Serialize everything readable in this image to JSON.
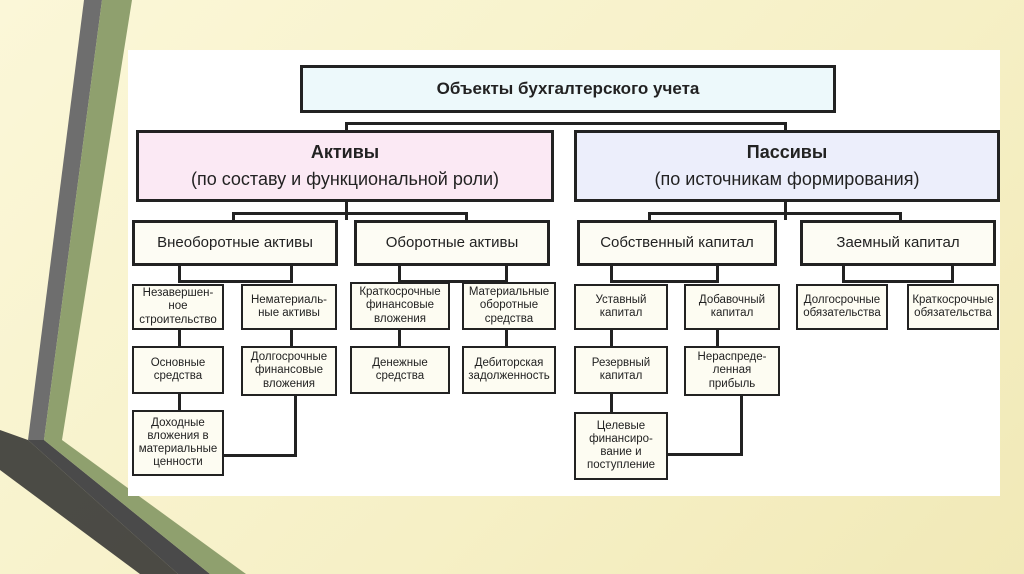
{
  "diagram": {
    "title": "Объекты бухгалтерского учета",
    "assets": {
      "heading": "Активы",
      "subtitle": "(по составу и функциональной роли)",
      "noncurrent": {
        "label": "Внеоборотные активы",
        "left_items": [
          "Незавершен-\nное\nстроительство",
          "Основные\nсредства",
          "Доходные\nвложения в\nматериальные\nценности"
        ],
        "right_items": [
          "Нематериаль-\nные активы",
          "Долгосрочные\nфинансовые\nвложения"
        ]
      },
      "current": {
        "label": "Оборотные активы",
        "left_items": [
          "Краткосрочные\nфинансовые\nвложения",
          "Денежные\nсредства"
        ],
        "right_items": [
          "Материальные\nоборотные\nсредства",
          "Дебиторская\nзадолженность"
        ]
      }
    },
    "liabilities": {
      "heading": "Пассивы",
      "subtitle": "(по источникам формирования)",
      "equity": {
        "label": "Собственный капитал",
        "left_items": [
          "Уставный\nкапитал",
          "Резервный\nкапитал",
          "Целевые\nфинансиро-\nвание и\nпоступление"
        ],
        "right_items": [
          "Добавочный\nкапитал",
          "Нераспреде-\nленная\nприбыль"
        ]
      },
      "borrowed": {
        "label": "Заемный капитал",
        "items": [
          "Долгосрочные\nобязательства",
          "Краткосрочные\nобязательства"
        ]
      }
    }
  }
}
